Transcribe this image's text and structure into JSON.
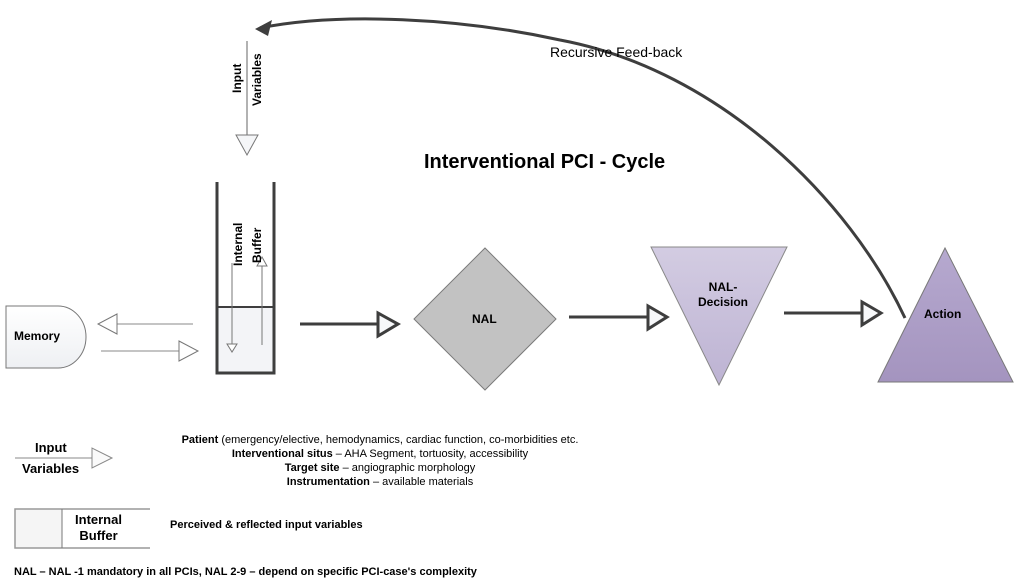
{
  "diagram": {
    "title": "Interventional PCI - Cycle",
    "feedback_label": "Recursive Feed-back",
    "input_arrow": {
      "line1": "Input",
      "line2": "Variables"
    },
    "buffer_labels": {
      "line1": "Internal",
      "line2": "Buffer"
    },
    "nodes": {
      "memory": "Memory",
      "nal": "NAL",
      "nal_decision": {
        "line1": "NAL-",
        "line2": "Decision"
      },
      "action": "Action"
    },
    "colors": {
      "nal_fill": "#c2c2c2",
      "decision_fill": "#cbc3dc",
      "action_fill": "#ab9bc3",
      "stroke": "#3a3a3a",
      "buffer_fill": "#f4f5f8"
    }
  },
  "legend": {
    "input_variables": {
      "symbol_label_1": "Input",
      "symbol_label_2": "Variables",
      "lines": [
        {
          "bold": "Patient",
          "rest": " (emergency/elective, hemodynamics, cardiac function, co-morbidities etc."
        },
        {
          "bold": "Interventional situs",
          "rest": " – AHA Segment, tortuosity, accessibility"
        },
        {
          "bold": "Target site",
          "rest": " – angiographic morphology"
        },
        {
          "bold": "Instrumentation",
          "rest": " – available materials"
        }
      ]
    },
    "internal_buffer": {
      "symbol_label_1": "Internal",
      "symbol_label_2": "Buffer",
      "description": "Perceived & reflected input variables"
    },
    "footnote": "NAL – NAL -1 mandatory in all PCIs, NAL 2-9 – depend on specific PCI-case's complexity"
  }
}
